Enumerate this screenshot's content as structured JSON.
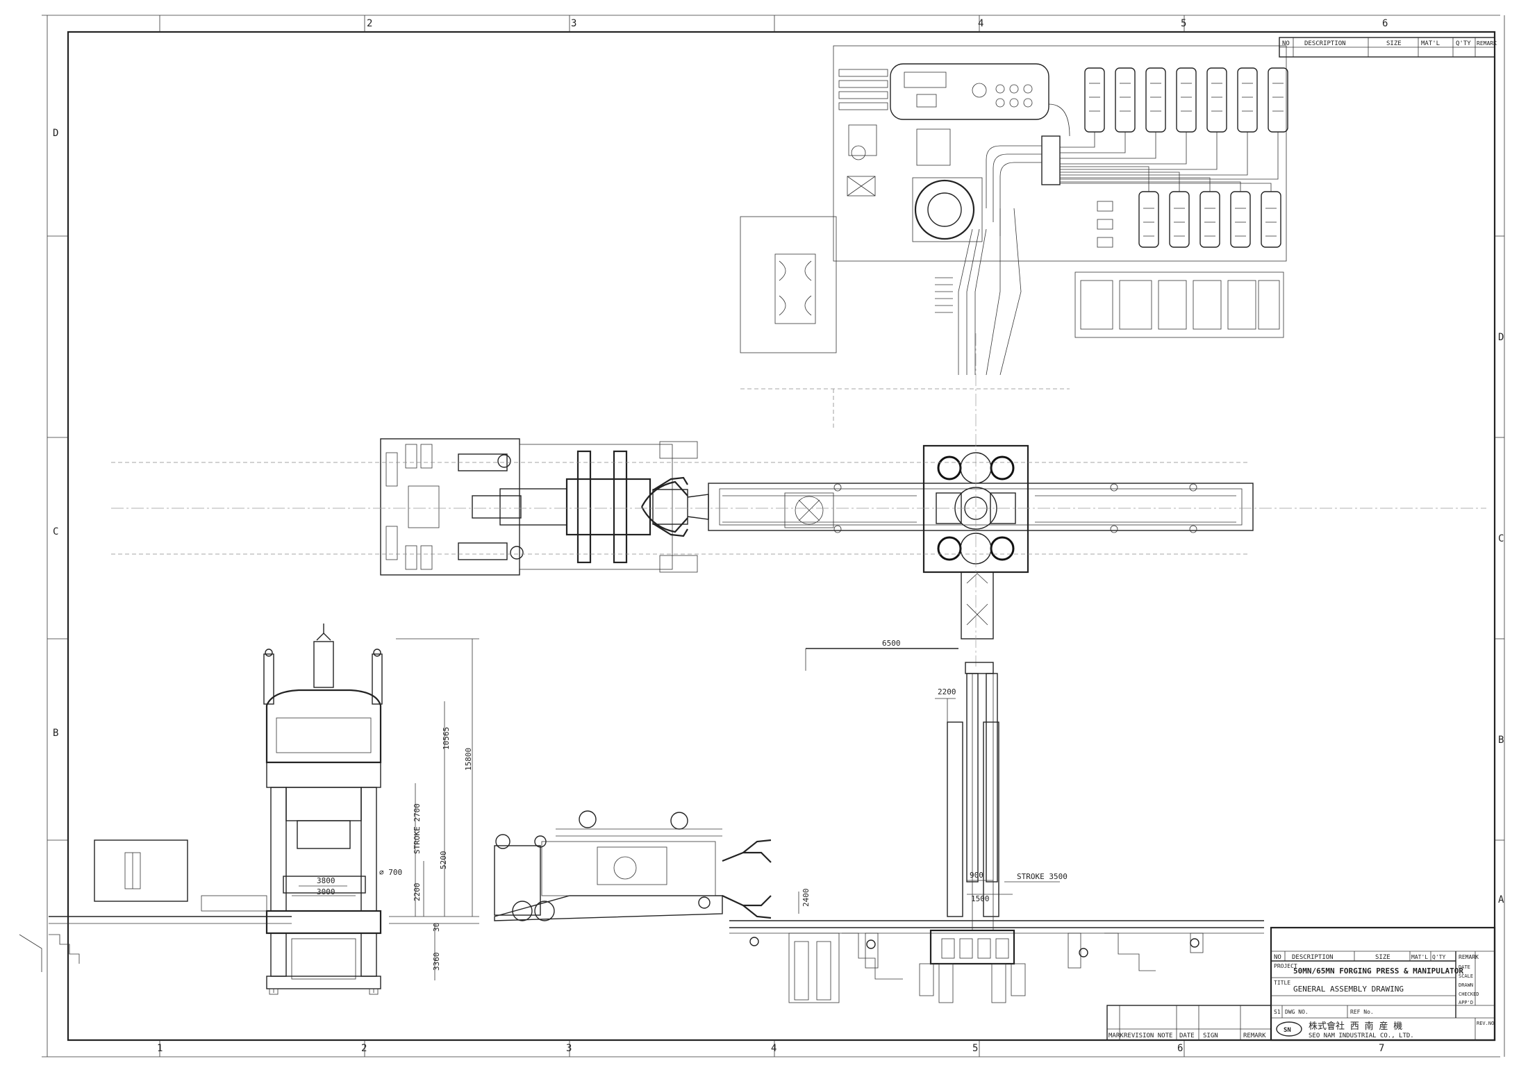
{
  "border": {
    "top_zones": [
      "2",
      "3",
      "4",
      "5",
      "6"
    ],
    "bottom_zones": [
      "1",
      "2",
      "3",
      "4",
      "5",
      "6",
      "7"
    ],
    "left_rows": [
      "D",
      "C",
      "B"
    ],
    "right_rows": [
      "D",
      "C",
      "B",
      "A"
    ]
  },
  "revision_table_top": {
    "no": "NO",
    "description": "DESCRIPTION",
    "size": "SIZE",
    "mat": "MAT'L",
    "qty": "Q'TY",
    "remark": "REMARK"
  },
  "revision_table_bottom": {
    "mark": "MARK",
    "revision_note": "REVISION NOTE",
    "date": "DATE",
    "sign": "SIGN",
    "remark": "REMARK"
  },
  "title_block": {
    "header": {
      "no": "NO",
      "description": "DESCRIPTION",
      "size": "SIZE",
      "mat": "MAT'L",
      "qty": "Q'TY",
      "remark": "REMARK"
    },
    "project_label": "PROJECT",
    "project": "50MN/65MN FORGING PRESS & MANIPULATOR",
    "title_label": "TITLE",
    "title": "GENERAL ASSEMBLY DRAWING",
    "scale_row": "S1",
    "dwg_no_label": "DWG NO.",
    "ref_no_label": "REF No.",
    "side_labels": [
      "DATE",
      "SCALE",
      "DRAWN",
      "CHECKED",
      "APP'D"
    ],
    "rev_label": "REV.NO",
    "company_logo": "SN",
    "company_native": "株式會社 西 南 産 機",
    "company": "SEO NAM INDUSTRIAL CO., LTD."
  },
  "dimensions": {
    "plan_width": "6500",
    "press_total_height": "15800",
    "press_upper_height": "10565",
    "stroke_press": "STROKE 2700",
    "column_dia": "⌀ 700",
    "width_outer": "3800",
    "width_inner": "3000",
    "bolster_to_floor": "2200",
    "table_height": "5200",
    "floor_thickness": "30",
    "below_floor": "3360",
    "manip_height": "2400",
    "mast_width": "2200",
    "mast_base": "1500",
    "mast_offset": "900",
    "stroke_mast": "STROKE 3500"
  }
}
